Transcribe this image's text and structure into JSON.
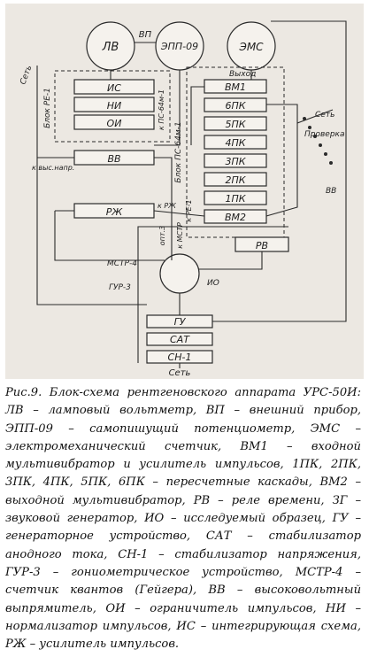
{
  "diagram": {
    "blocks": {
      "lv": "ЛВ",
      "epp": "ЭПП-09",
      "ems": "ЭМС",
      "is": "ИС",
      "ni": "НИ",
      "oi": "ОИ",
      "vv": "ВВ",
      "rzh": "РЖ",
      "rv": "РВ",
      "vm1": "ВМ1",
      "pk6": "6ПК",
      "pk5": "5ПК",
      "pk4": "4ПК",
      "pk3": "3ПК",
      "pk2": "2ПК",
      "pk1": "1ПК",
      "vm2": "ВМ2",
      "gu": "ГУ",
      "sat": "САТ",
      "sn1": "СН-1"
    },
    "labels": {
      "vp": "ВП",
      "set_left": "Сеть",
      "set_right": "Сеть",
      "set_bottom": "Сеть",
      "block_re1_left": "Блок РЕ-1",
      "block_ps_top": "к ПС-64м-1",
      "block_ps_side": "Блок ПС-64м-1",
      "vykhod": "Выход",
      "proverka": "Проверка",
      "vv_label": "ВВ",
      "k_re1": "к РЕ-1",
      "k_rzh": "к РЖ",
      "k_mstr": "к МСТР",
      "mstr4": "МСТР-4",
      "gur3": "ГУР-3",
      "io": "ИО",
      "opt": "опт.3",
      "vys": "к выс.напр."
    }
  },
  "caption": "Рис.9. Блок-схема рентгеновского аппарата УРС-50И: ЛВ – ламповый вольтметр, ВП – внешний прибор, ЭПП-09 – самопишущий потенциометр, ЭМС – электромеханический счетчик, ВМ1 – входной мультивибратор и усилитель импульсов, 1ПК, 2ПК, 3ПК, 4ПК, 5ПК, 6ПК – пересчетные каскады, ВМ2 – выходной мультивибратор, РВ – реле времени, ЗГ – звуковой генератор, ИО – исследуемый образец, ГУ – генераторное устройство, САТ – стабилизатор анодного тока, СН-1 – стабилизатор напряжения, ГУР-3 – гониометрическое устройство, МСТР-4 – счетчик квантов (Гейгера), ВВ – высоковольтный выпрямитель, ОИ – ограничитель импульсов, НИ – нормализатор импульсов, ИС – интегрирующая схема, РЖ – усилитель импульсов."
}
